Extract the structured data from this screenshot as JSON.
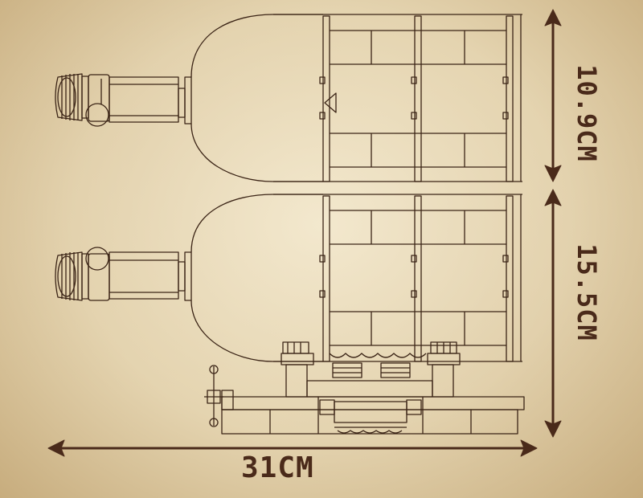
{
  "dimensions": {
    "width_label": "31CM",
    "height_top_label": "10.9CM",
    "height_bottom_label": "15.5CM"
  },
  "colors": {
    "paper": "#e2d1aa",
    "line": "#3b2416",
    "arrow": "#4a2a1a"
  }
}
